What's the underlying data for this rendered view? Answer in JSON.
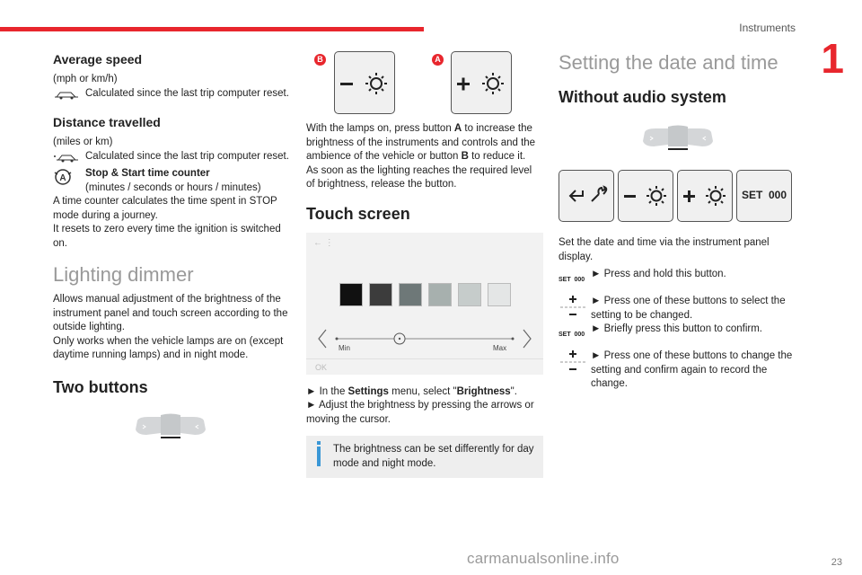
{
  "header": {
    "title": "Instruments",
    "chapter": "1",
    "page": "23"
  },
  "watermark": "carmanualsonline.info",
  "col1": {
    "avg_speed": {
      "heading": "Average speed",
      "unit": "(mph or km/h)",
      "desc": "Calculated since the last trip computer reset."
    },
    "distance": {
      "heading": "Distance travelled",
      "unit": "(miles or km)",
      "desc": "Calculated since the last trip computer reset."
    },
    "stopstart": {
      "heading": "Stop & Start time counter",
      "unit": "(minutes / seconds or hours / minutes)",
      "p1": "A time counter calculates the time spent in STOP mode during a journey.",
      "p2": "It resets to zero every time the ignition is switched on."
    },
    "lighting": {
      "heading": "Lighting dimmer",
      "p1": "Allows manual adjustment of the brightness of the instrument panel and touch screen according to the outside lighting.",
      "p2": "Only works when the vehicle lamps are on (except daytime running lamps) and in night mode."
    },
    "two_buttons": {
      "heading": "Two buttons"
    }
  },
  "col2": {
    "label_b": "B",
    "label_a": "A",
    "p1_a": "With the lamps on, press button ",
    "p1_btn_a": "A",
    "p1_b": " to increase the brightness of the instruments and controls and the ambience of the vehicle or button ",
    "p1_btn_b": "B",
    "p1_c": " to reduce it.",
    "p2": "As soon as the lighting reaches the required level of brightness, release the button.",
    "touch_heading": "Touch screen",
    "screen": {
      "min": "Min",
      "max": "Max",
      "ok": "OK"
    },
    "step1_a": "► In the ",
    "step1_b": "Settings",
    "step1_c": " menu, select \"",
    "step1_d": "Brightness",
    "step1_e": "\".",
    "step2": "► Adjust the brightness by pressing the arrows or moving the cursor.",
    "note": "The brightness can be set differently for day mode and night mode."
  },
  "col3": {
    "heading": "Setting the date and time",
    "sub": "Without audio system",
    "set_label": "SET  000",
    "intro": "Set the date and time via the instrument panel display.",
    "s1": "► Press and hold this button.",
    "s2": "► Press one of these buttons to select the setting to be changed.",
    "s3": "► Briefly press this button to confirm.",
    "s4": "► Press one of these buttons to change the setting and confirm again to record the change."
  },
  "colors": {
    "accent": "#e8262d",
    "info": "#3a97d6"
  }
}
